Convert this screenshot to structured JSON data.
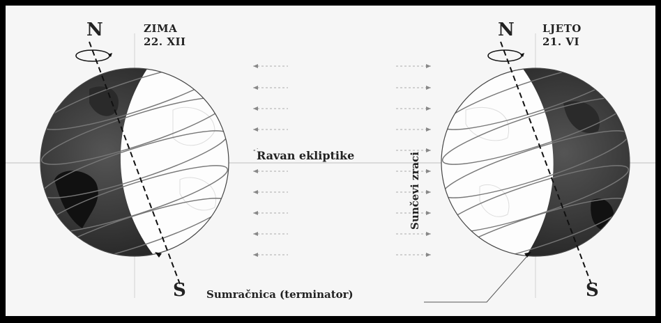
{
  "left_globe": {
    "season": "ZIMA",
    "date": "22. XII",
    "north": "N",
    "south": "S"
  },
  "right_globe": {
    "season": "LJETO",
    "date": "21. VI",
    "north": "N",
    "south": "S"
  },
  "labels": {
    "ecliptic_plane": "Ravan ekliptike",
    "sun_rays": "Sunčevi zraci",
    "terminator": "Sumračnica (terminator)"
  },
  "colors": {
    "background": "#000000",
    "panel": "#f6f6f6",
    "night_side": "#3a3a3a",
    "day_side": "#ffffff",
    "ink": "#222222"
  }
}
